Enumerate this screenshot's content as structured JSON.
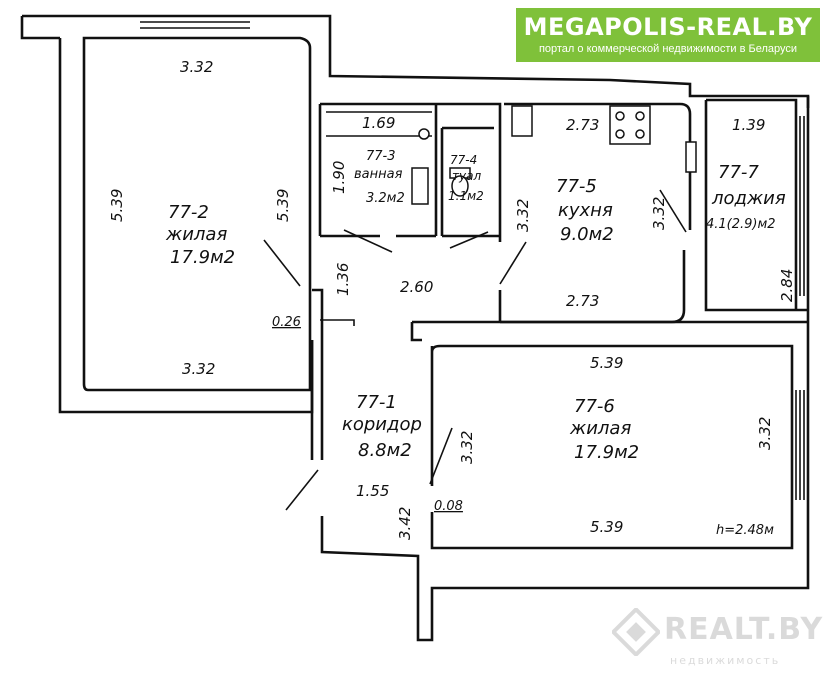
{
  "brand": {
    "name": "MEGAPOLIS-REAL.BY",
    "tagline": "портал о коммерческой недвижимости в Беларуси",
    "color": "#7fc13a"
  },
  "watermark": {
    "name": "REALT.BY",
    "tagline": "недвижимость"
  },
  "rooms": {
    "r1": {
      "id": "77-1",
      "name": "коридор",
      "area": "8.8м2"
    },
    "r2": {
      "id": "77-2",
      "name": "жилая",
      "area": "17.9м2"
    },
    "r3": {
      "id": "77-3",
      "name": "ванная",
      "area": "3.2м2"
    },
    "r4": {
      "id": "77-4",
      "name": "туал",
      "area": "1.1м2"
    },
    "r5": {
      "id": "77-5",
      "name": "кухня",
      "area": "9.0м2"
    },
    "r6": {
      "id": "77-6",
      "name": "жилая",
      "area": "17.9м2"
    },
    "r7": {
      "id": "77-7",
      "name": "лоджия",
      "area": "4.1(2.9)м2"
    }
  },
  "dimensions": {
    "r2_top": "3.32",
    "r2_bottom": "3.32",
    "r2_left": "5.39",
    "r2_right": "5.39",
    "bath_top": "1.69",
    "bath_side": "1.90",
    "kitchen_top": "2.73",
    "kitchen_bottom": "2.73",
    "kitchen_left": "3.32",
    "kitchen_right": "3.32",
    "loggia_top": "1.39",
    "loggia_right": "2.84",
    "hall_upper_side": "1.36",
    "hall_width": "2.60",
    "hall_niche": "0.26",
    "corr_right": "3.32",
    "corr_bottom": "1.55",
    "corr_lower_side": "3.42",
    "corr_step": "0.08",
    "r6_top": "5.39",
    "r6_bottom": "5.39",
    "r6_right": "3.32"
  },
  "ceiling_height": "h=2.48м"
}
